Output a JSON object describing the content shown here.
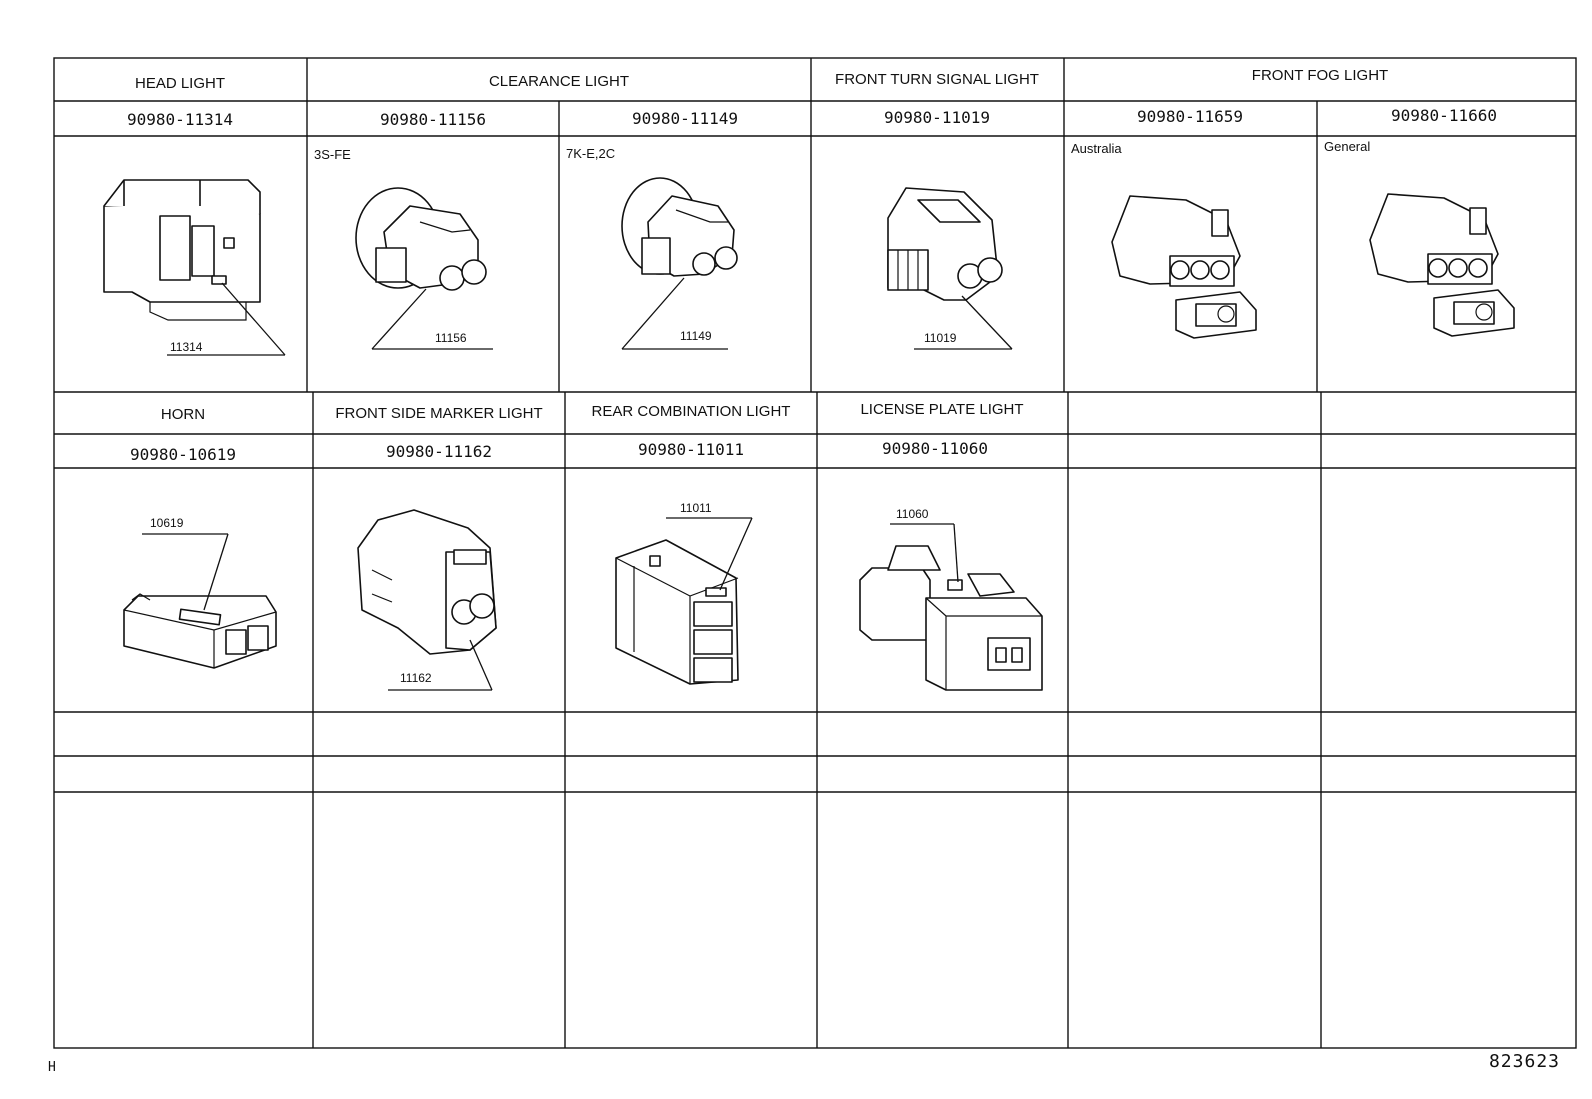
{
  "page": {
    "footer_left": "H",
    "footer_right": "823623"
  },
  "row1": {
    "groups": {
      "head_light": "HEAD LIGHT",
      "clearance_light": "CLEARANCE LIGHT",
      "front_turn_signal_light": "FRONT TURN SIGNAL LIGHT",
      "front_fog_light": "FRONT FOG LIGHT"
    },
    "cells": [
      {
        "part_no": "90980-11314",
        "note": "",
        "callout": "11314",
        "icon": "headlight-connector-icon"
      },
      {
        "part_no": "90980-11156",
        "note": "3S-FE",
        "callout": "11156",
        "icon": "round-2pin-connector-icon"
      },
      {
        "part_no": "90980-11149",
        "note": "7K-E,2C",
        "callout": "11149",
        "icon": "round-2pin-connector-icon"
      },
      {
        "part_no": "90980-11019",
        "note": "",
        "callout": "11019",
        "icon": "2pin-connector-icon"
      },
      {
        "part_no": "90980-11659",
        "note": "Australia",
        "callout": "",
        "icon": "fog-light-connector-icon"
      },
      {
        "part_no": "90980-11660",
        "note": "General",
        "callout": "",
        "icon": "fog-light-connector-icon"
      }
    ]
  },
  "row2": {
    "cells": [
      {
        "name": "HORN",
        "part_no": "90980-10619",
        "callout": "10619",
        "icon": "horn-connector-icon"
      },
      {
        "name": "FRONT SIDE MARKER LIGHT",
        "part_no": "90980-11162",
        "callout": "11162",
        "icon": "side-marker-connector-icon"
      },
      {
        "name": "REAR COMBINATION LIGHT",
        "part_no": "90980-11011",
        "callout": "11011",
        "icon": "rear-combination-connector-icon"
      },
      {
        "name": "LICENSE PLATE LIGHT",
        "part_no": "90980-11060",
        "callout": "11060",
        "icon": "license-plate-connector-icon"
      },
      {
        "name": "",
        "part_no": "",
        "callout": "",
        "icon": ""
      },
      {
        "name": "",
        "part_no": "",
        "callout": "",
        "icon": ""
      }
    ]
  }
}
